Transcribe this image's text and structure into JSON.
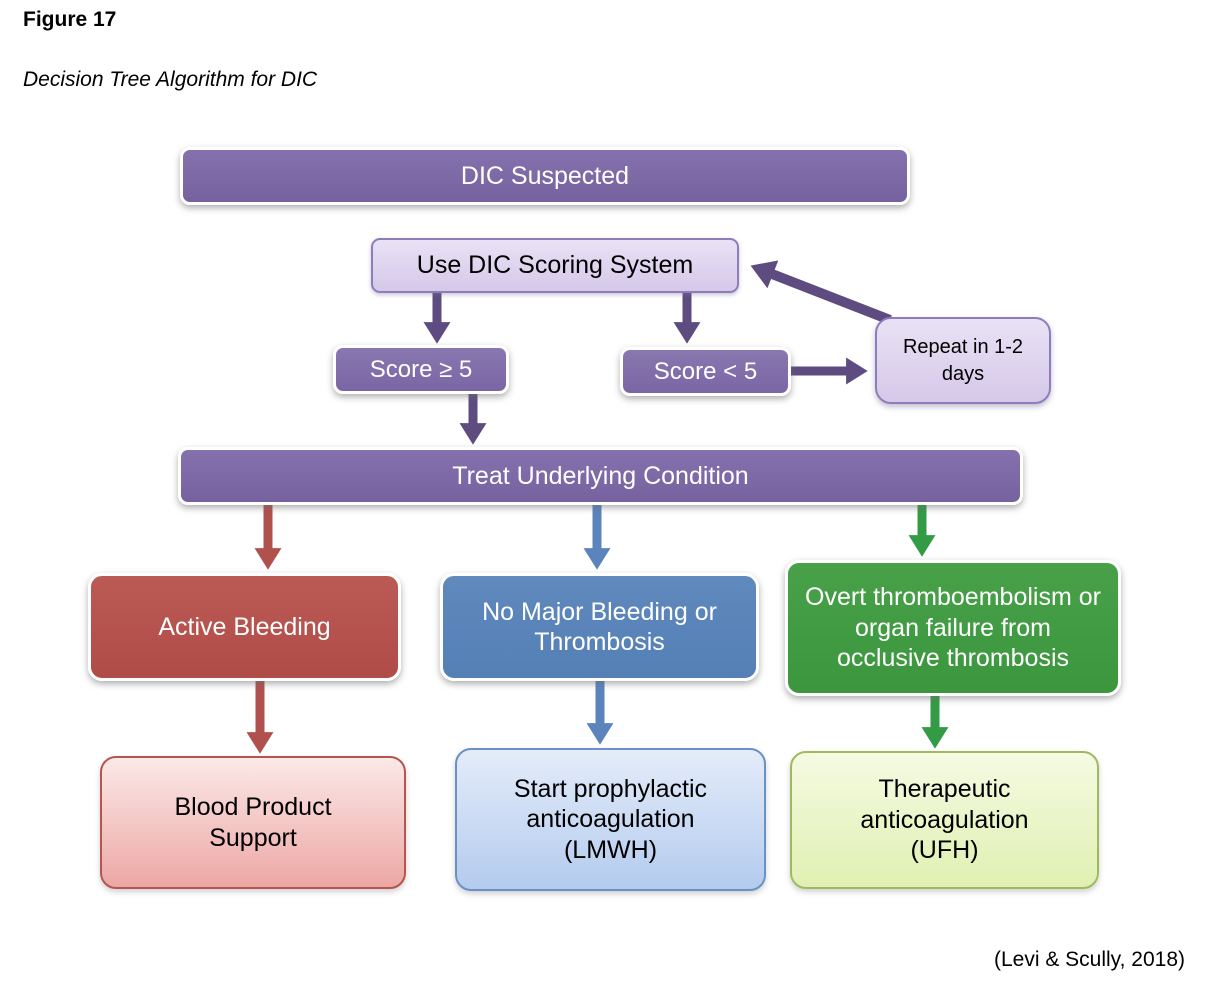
{
  "figure": {
    "label": "Figure 17",
    "caption": "Decision Tree Algorithm for DIC",
    "citation": "(Levi & Scully, 2018)"
  },
  "nodes": {
    "dic_suspected": {
      "label": "DIC Suspected"
    },
    "use_scoring": {
      "label": "Use DIC Scoring System"
    },
    "score_ge5": {
      "label": "Score ≥ 5"
    },
    "score_lt5": {
      "label": "Score < 5"
    },
    "repeat": {
      "label": "Repeat in 1-2 days"
    },
    "treat": {
      "label": "Treat Underlying Condition"
    },
    "active_bleeding": {
      "label": "Active Bleeding"
    },
    "no_major_bleeding": {
      "label": "No Major Bleeding or Thrombosis"
    },
    "overt_thromboembolism": {
      "label": "Overt thromboembolism or organ failure from occlusive thrombosis"
    },
    "blood_product_support": {
      "label": "Blood Product Support"
    },
    "prophylactic_lmwh": {
      "label": "Start prophylactic anticoagulation (LMWH)"
    },
    "therapeutic_ufh": {
      "label": "Therapeutic anticoagulation (UFH)"
    }
  },
  "edges": [
    {
      "from": "use_scoring",
      "to": "score_ge5"
    },
    {
      "from": "use_scoring",
      "to": "score_lt5"
    },
    {
      "from": "score_lt5",
      "to": "repeat"
    },
    {
      "from": "repeat",
      "to": "use_scoring"
    },
    {
      "from": "score_ge5",
      "to": "treat"
    },
    {
      "from": "treat",
      "to": "active_bleeding"
    },
    {
      "from": "treat",
      "to": "no_major_bleeding"
    },
    {
      "from": "treat",
      "to": "overt_thromboembolism"
    },
    {
      "from": "active_bleeding",
      "to": "blood_product_support"
    },
    {
      "from": "no_major_bleeding",
      "to": "prophylactic_lmwh"
    },
    {
      "from": "overt_thromboembolism",
      "to": "therapeutic_ufh"
    }
  ],
  "colors": {
    "node_purple": "#7b67a7",
    "node_purple_light": "#ddd2ee",
    "arrow_purple": "#5e4c80",
    "node_red": "#b5534e",
    "arrow_red": "#b0514d",
    "node_blue": "#5b84b8",
    "arrow_blue": "#5b84bd",
    "node_green": "#3f9b40",
    "arrow_green": "#339b46",
    "node_pink_light": "#f5c9c7",
    "node_blue_light": "#c6d6f1",
    "node_green_light": "#e9f4c8"
  }
}
